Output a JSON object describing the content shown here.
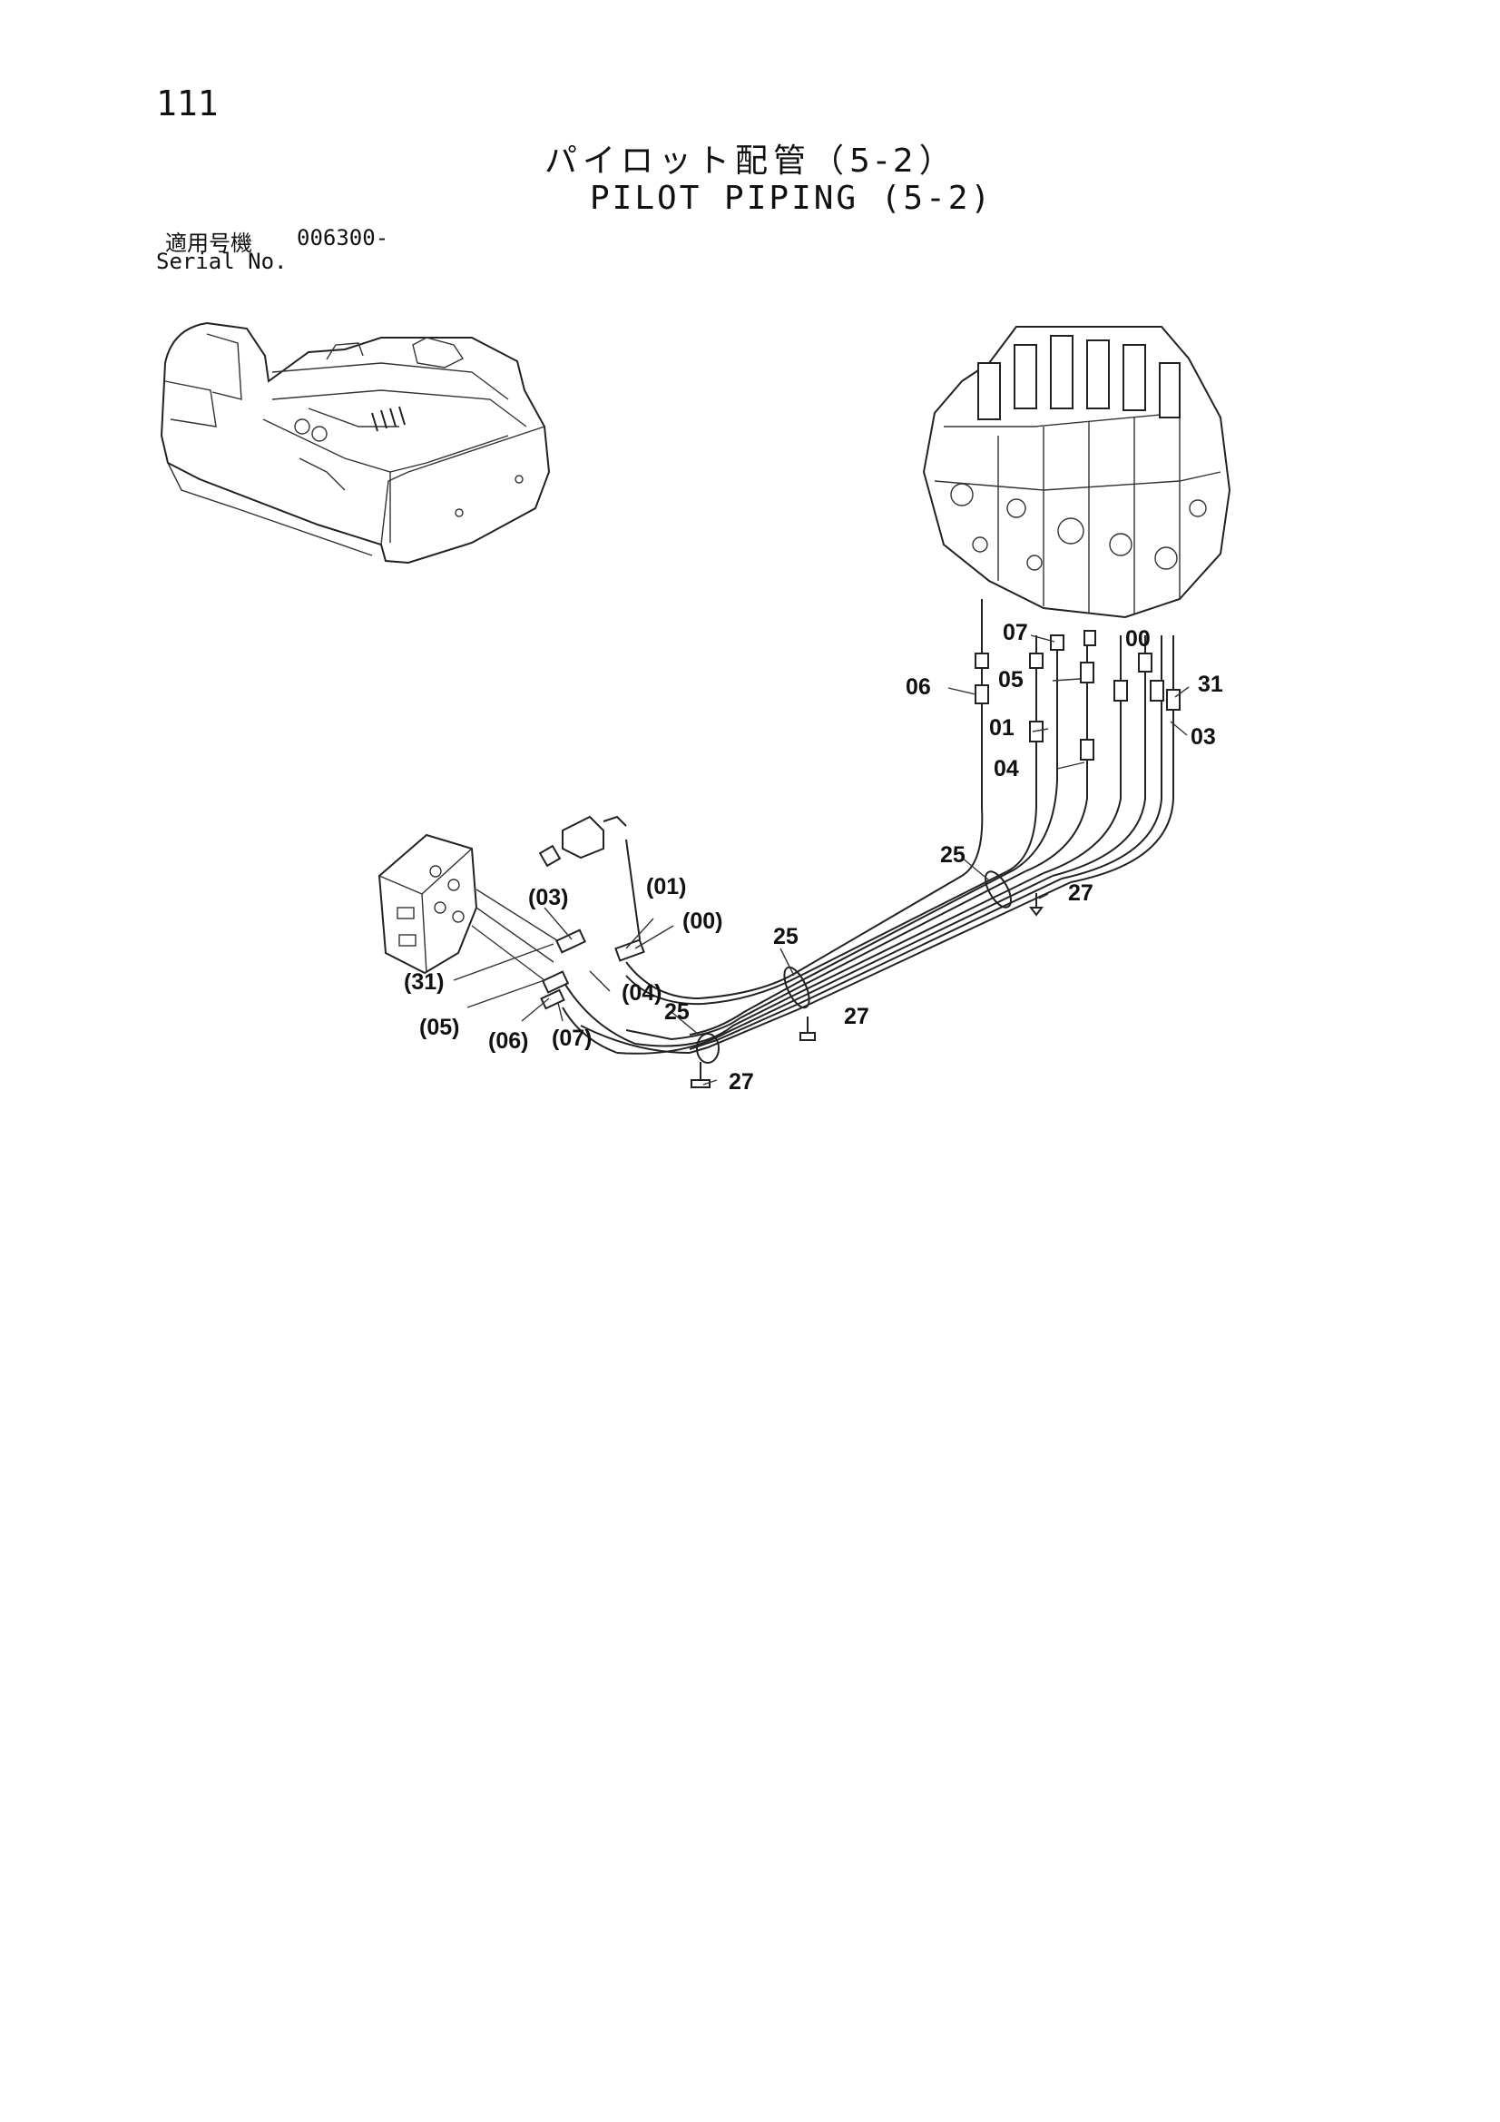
{
  "header": {
    "page_number": "111",
    "title_ja": "パイロット配管（5-2）",
    "title_en": "PILOT PIPING (5-2)",
    "serial_label_ja": "適用号機",
    "serial_label_en": "Serial No.",
    "serial_value": "006300-"
  },
  "callouts": {
    "c07": "07",
    "c00": "00",
    "c06": "06",
    "c05": "05",
    "c31": "31",
    "c01": "01",
    "c03": "03",
    "c04": "04",
    "c25a": "25",
    "c27a": "27",
    "p01": "(01)",
    "p03": "(03)",
    "p00": "(00)",
    "c25b": "25",
    "p31": "(31)",
    "p04": "(04)",
    "c25c": "25",
    "c27b": "27",
    "p05": "(05)",
    "p06": "(06)",
    "p07": "(07)",
    "c27c": "27"
  }
}
